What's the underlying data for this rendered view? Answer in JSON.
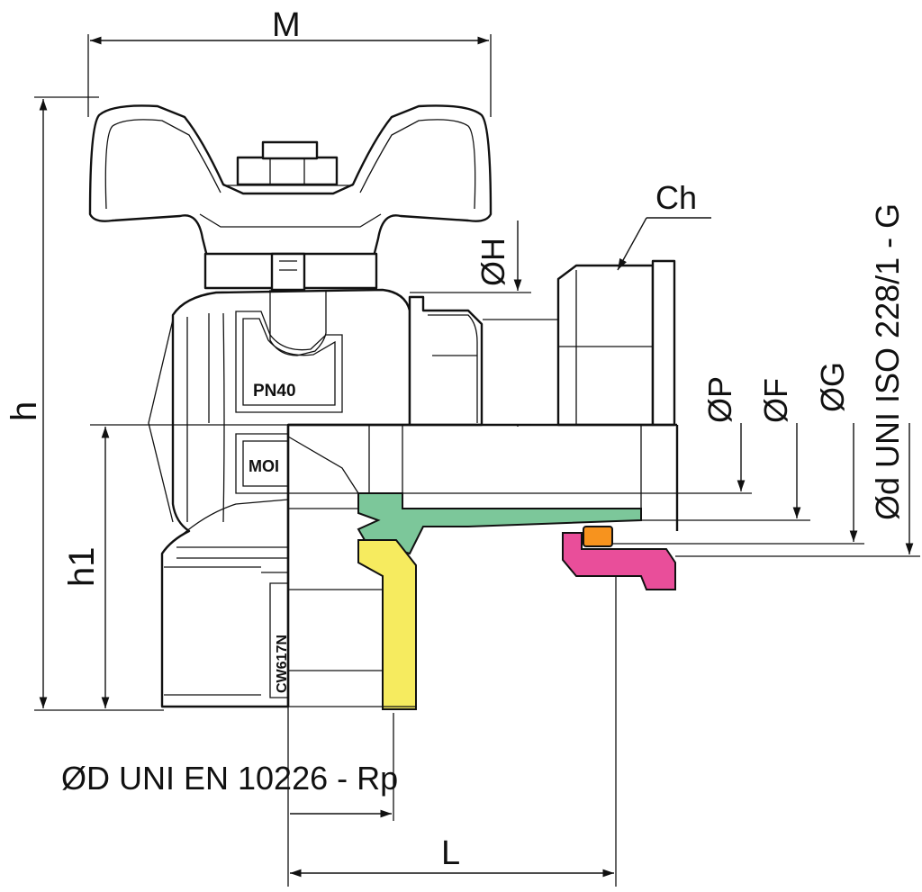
{
  "labels": {
    "M": "M",
    "h": "h",
    "h1": "h1",
    "L": "L",
    "Ch": "Ch",
    "H": "ØH",
    "P": "ØP",
    "F": "ØF",
    "G": "ØG",
    "d_thread": "Ød UNI ISO 228/1 - G",
    "D_thread": "ØD UNI EN 10226 - Rp"
  },
  "markings": {
    "pressure": "PN40",
    "body_top": "MOI",
    "body_side": "CW617N"
  },
  "colors": {
    "tailpiece": "#7cc79a",
    "gasket": "#f7931e",
    "nut": "#e94e9a",
    "insert": "#f6eb5f"
  }
}
